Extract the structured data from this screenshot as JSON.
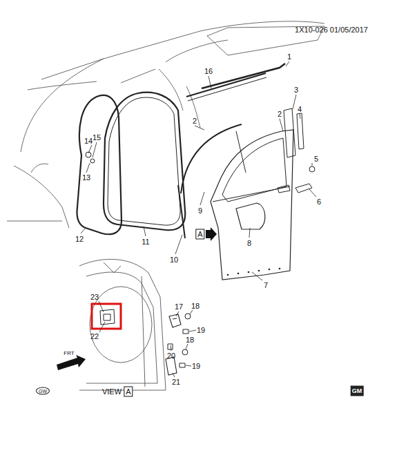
{
  "diagram": {
    "labels": [
      "1X10-026 01/05/2017",
      "1",
      "16",
      "3",
      "2",
      "4",
      "2",
      "15",
      "14",
      "13",
      "5",
      "6",
      "12",
      "11",
      "9",
      "10",
      "8",
      "7",
      "A",
      "23",
      "22",
      "17",
      "18",
      "19",
      "18",
      "19",
      "20",
      "21",
      "FRT",
      "GW",
      "VIEW",
      "A",
      "GM"
    ]
  }
}
